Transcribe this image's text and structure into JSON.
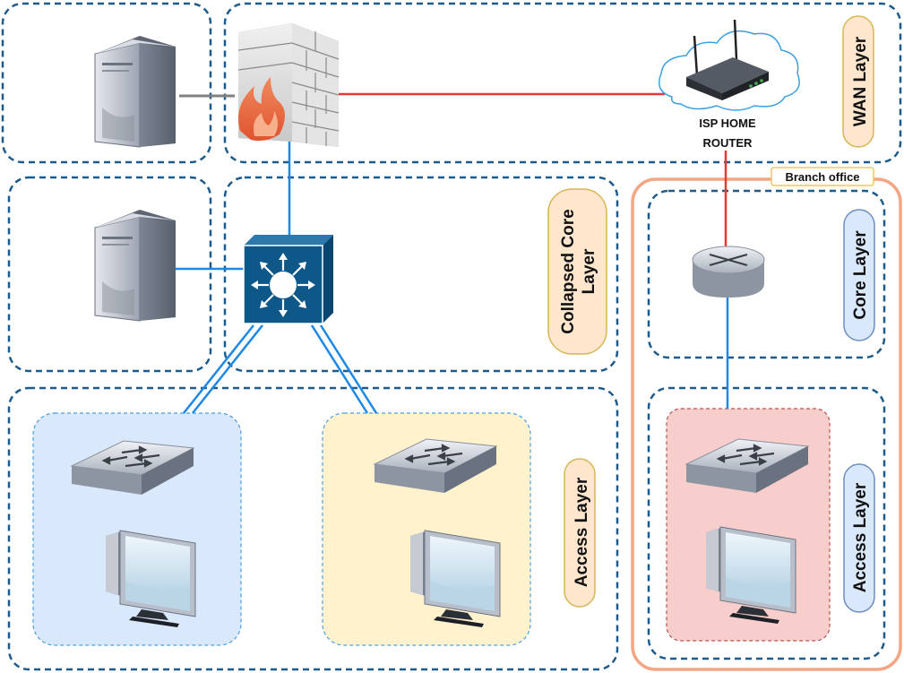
{
  "diagram": {
    "wan_label": "WAN Layer",
    "collapsed_core_label": "Collapsed Core Layer",
    "access_label": "Access Layer",
    "branch": {
      "title": "Branch office",
      "core_label": "Core Layer",
      "access_label": "Access Layer"
    },
    "isp_router_label_line1": "ISP HOME",
    "isp_router_label_line2": "ROUTER"
  },
  "colors": {
    "zone_border": "#1f5b8a",
    "wan_link": "#e53935",
    "lan_link": "#1e88e5",
    "server_link": "#808080",
    "branch_border": "#f4a582",
    "access_blue_bg": "#dae8fc",
    "access_yellow_bg": "#fff2cc",
    "access_red_bg": "#f8cecc",
    "layer_label_orange_bg": "#ffe6cc",
    "layer_label_blue_bg": "#dae8fc",
    "core_switch": "#0d5889"
  },
  "icons": [
    "server-icon",
    "firewall-icon",
    "router-icon",
    "cloud-icon",
    "core-switch-icon",
    "switch-icon",
    "workstation-icon"
  ]
}
